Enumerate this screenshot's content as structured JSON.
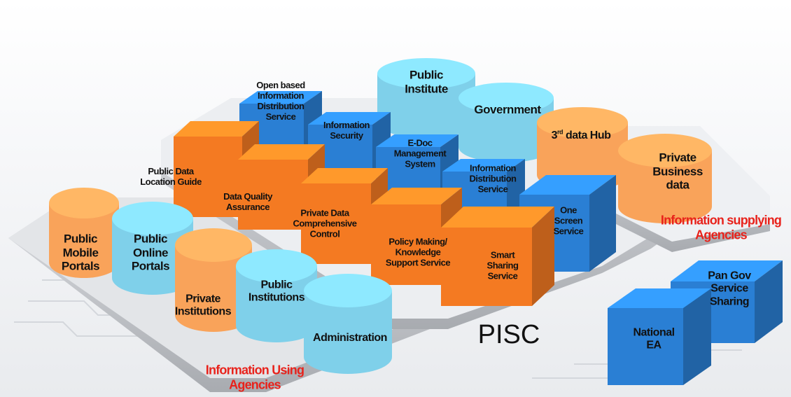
{
  "diagram": {
    "center_label": "PISC",
    "groups": {
      "using": {
        "line1": "Information Using",
        "line2": "Agencies"
      },
      "supplying": {
        "line1": "Information supplying",
        "line2": "Agencies"
      }
    },
    "services": {
      "open_based": [
        "Open based",
        "Information",
        "Distribution",
        "Service"
      ],
      "info_security": [
        "Information",
        "Security"
      ],
      "edoc": [
        "E-Doc",
        "Management",
        "System"
      ],
      "info_dist": [
        "Information",
        "Distribution",
        "Service"
      ],
      "one_screen": [
        "One",
        "Screen",
        "Service"
      ],
      "public_data_loc": [
        "Public Data",
        "Location Guide"
      ],
      "data_quality": [
        "Data Quality",
        "Assurance"
      ],
      "private_data_ctrl": [
        "Private Data",
        "Comprehensive",
        "Control"
      ],
      "policy_making": [
        "Policy Making/",
        "Knowledge",
        "Support Service"
      ],
      "smart_sharing": [
        "Smart",
        "Sharing",
        "Service"
      ],
      "pan_gov": [
        "Pan Gov",
        "Service",
        "Sharing"
      ],
      "national_ea": [
        "National",
        "EA"
      ]
    },
    "suppliers": {
      "public_institute": [
        "Public",
        "Institute"
      ],
      "government": "Government",
      "data_hub": {
        "sup": "rd",
        "pre": "3",
        "post": " data Hub"
      },
      "private_business": [
        "Private",
        "Business",
        "data"
      ]
    },
    "users": {
      "public_mobile": [
        "Public",
        "Mobile",
        "Portals"
      ],
      "public_online": [
        "Public",
        "Online",
        "Portals"
      ],
      "private_inst": [
        "Private",
        "Institutions"
      ],
      "public_inst": [
        "Public",
        "Institutions"
      ],
      "administration": "Administration"
    },
    "colors": {
      "orange": "#f47a22",
      "orange_light": "#f9a35a",
      "blue": "#2a7fd4",
      "cyan": "#7fd0ea",
      "red_text": "#e8221b"
    }
  }
}
